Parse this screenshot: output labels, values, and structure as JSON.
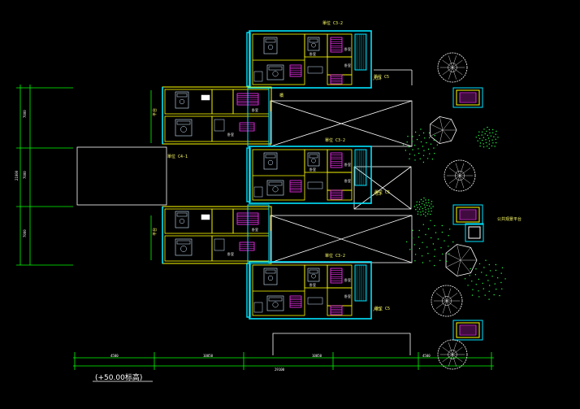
{
  "colors": {
    "background": "#000000",
    "wall_cyan": "#00e5ff",
    "partition_yellow": "#ffff00",
    "stair_magenta": "#ff33ff",
    "dimension_green": "#00ff00",
    "outline_white": "#ffffff",
    "tree_green": "#22ff44"
  },
  "units": {
    "top": {
      "label": "單位 C3-2",
      "side_label": "單位 C5",
      "entry_label": "入口"
    },
    "middle": {
      "label": "單位 C3-2",
      "side_label": "單位 C5",
      "entry_label": "入口"
    },
    "bottom": {
      "label": "單位 C3-2",
      "side_label": "單位 C5",
      "entry_label": "入口"
    },
    "left": {
      "label": "單位 C4-1",
      "side_label": "平台"
    }
  },
  "courtyard_label": "橋",
  "landscape_label": "公共观景平台",
  "elevation_note": "(+50.00标高)",
  "dimensions": {
    "left_vertical": [
      "7000",
      "7000",
      "7000"
    ],
    "left_total": "21000",
    "bottom_segments": [
      "4500",
      "10050",
      "10050",
      "4500"
    ],
    "bottom_total": "29100"
  },
  "room_labels": [
    "卧室",
    "卧室",
    "卧室",
    "卧室"
  ]
}
